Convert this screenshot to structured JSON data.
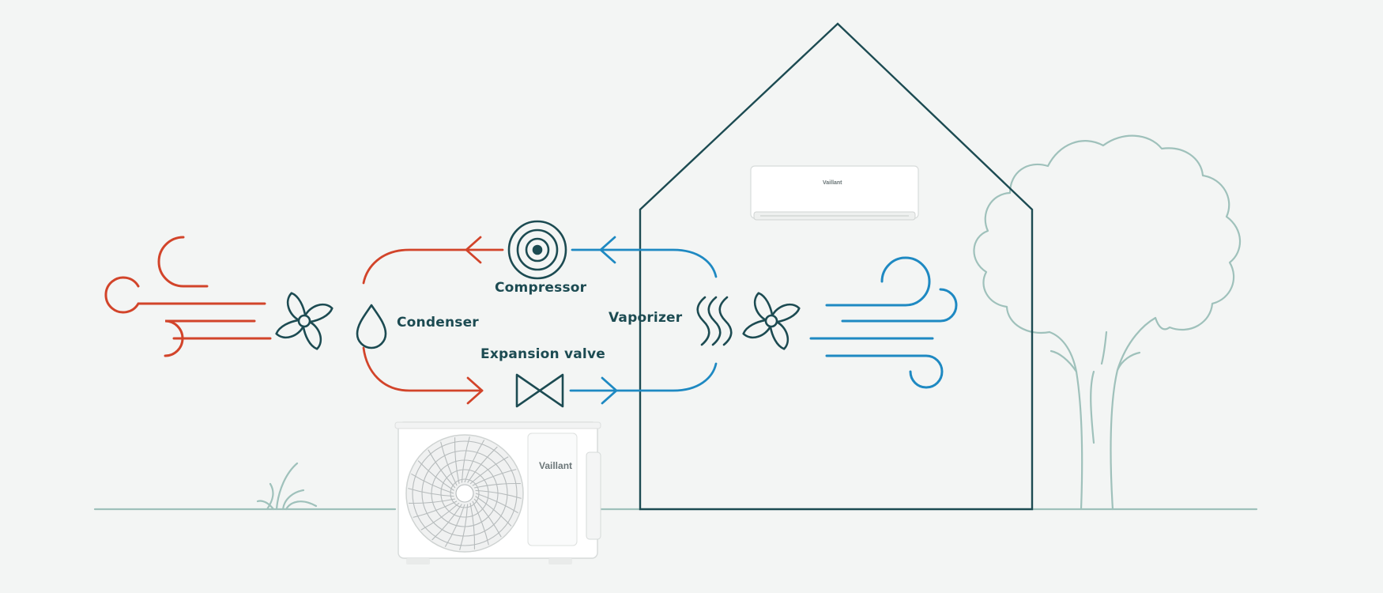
{
  "labels": {
    "compressor": "Compressor",
    "condenser": "Condenser",
    "expansion_valve": "Expansion valve",
    "vaporizer": "Vaporizer"
  },
  "units": {
    "outdoor_brand": "Vaillant",
    "indoor_brand": "Vaillant"
  },
  "colors": {
    "background": "#f3f5f4",
    "warm_flow": "#d2442a",
    "cold_flow": "#1e89c2",
    "outline": "#1c4b52",
    "landscape": "#9fc1bb"
  },
  "icons": [
    "compressor-icon",
    "condenser-drop-icon",
    "expansion-valve-icon",
    "vaporizer-heat-icon",
    "fan-icon",
    "wind-icon",
    "arrow-icon"
  ]
}
